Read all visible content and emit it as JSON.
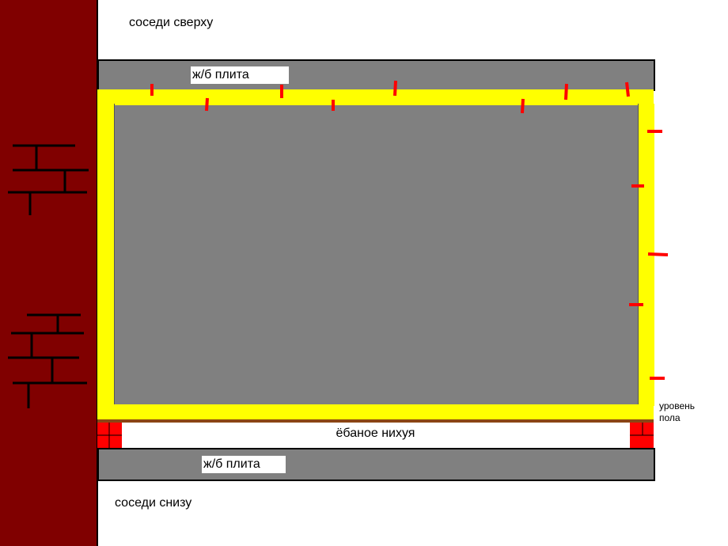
{
  "labels": {
    "neighbors_top": "соседи сверху",
    "neighbors_bottom": "соседи снизу",
    "slab_top": "ж/б плита",
    "slab_bottom": "ж/б плита",
    "gap": "ёбаное нихуя",
    "floor_level_line1": "уровень",
    "floor_level_line2": "пола"
  },
  "colors": {
    "wall": "#800000",
    "slab": "#808080",
    "insulation": "#ffff00",
    "fasteners": "#ff0000",
    "floor": "#8b4513"
  }
}
